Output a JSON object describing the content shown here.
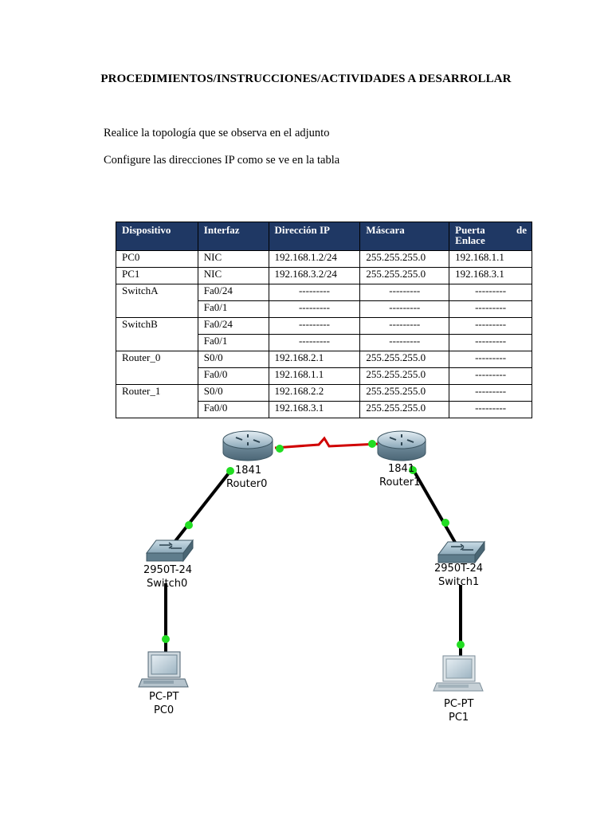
{
  "document": {
    "heading": "PROCEDIMIENTOS/INSTRUCCIONES/ACTIVIDADES A DESARROLLAR",
    "paragraph1": "Realice la topología que se observa en el adjunto",
    "paragraph2": "Configure las direcciones IP como se ve en la tabla"
  },
  "table": {
    "headers": {
      "device": "Dispositivo",
      "interface": "Interfaz",
      "ip": "Dirección IP",
      "mask": "Máscara",
      "gateway_1": "Puerta",
      "gateway_2": "de",
      "gateway_3": "Enlace"
    },
    "rows": [
      {
        "device": "PC0",
        "interface": "NIC",
        "ip": "192.168.1.2/24",
        "mask": "255.255.255.0",
        "gateway": "192.168.1.1"
      },
      {
        "device": "PC1",
        "interface": "NIC",
        "ip": "192.168.3.2/24",
        "mask": "255.255.255.0",
        "gateway": "192.168.3.1"
      },
      {
        "device": "SwitchA",
        "interface": "Fa0/24",
        "ip": "---------",
        "mask": "---------",
        "gateway": "---------"
      },
      {
        "device": "",
        "interface": "Fa0/1",
        "ip": "---------",
        "mask": "---------",
        "gateway": "---------"
      },
      {
        "device": "SwitchB",
        "interface": "Fa0/24",
        "ip": "---------",
        "mask": "---------",
        "gateway": "---------"
      },
      {
        "device": "",
        "interface": "Fa0/1",
        "ip": "---------",
        "mask": "---------",
        "gateway": "---------"
      },
      {
        "device": "Router_0",
        "interface": "S0/0",
        "ip": "192.168.2.1",
        "mask": "255.255.255.0",
        "gateway": "---------"
      },
      {
        "device": "",
        "interface": "Fa0/0",
        "ip": "192.168.1.1",
        "mask": "255.255.255.0",
        "gateway": "---------"
      },
      {
        "device": "Router_1",
        "interface": "S0/0",
        "ip": "192.168.2.2",
        "mask": "255.255.255.0",
        "gateway": "---------"
      },
      {
        "device": "",
        "interface": "Fa0/0",
        "ip": "192.168.3.1",
        "mask": "255.255.255.0",
        "gateway": "---------"
      }
    ]
  },
  "topology": {
    "router0": {
      "model": "1841",
      "name": "Router0"
    },
    "router1": {
      "model": "1841",
      "name": "Router1"
    },
    "switch0": {
      "model": "2950T-24",
      "name": "Switch0"
    },
    "switch1": {
      "model": "2950T-24",
      "name": "Switch1"
    },
    "pc0": {
      "model": "PC-PT",
      "name": "PC0"
    },
    "pc1": {
      "model": "PC-PT",
      "name": "PC1"
    }
  },
  "colors": {
    "table_header_bg": "#1f3864",
    "serial_link": "#d00000",
    "ethernet_link": "#000000",
    "link_up_dot": "#22dd22"
  }
}
